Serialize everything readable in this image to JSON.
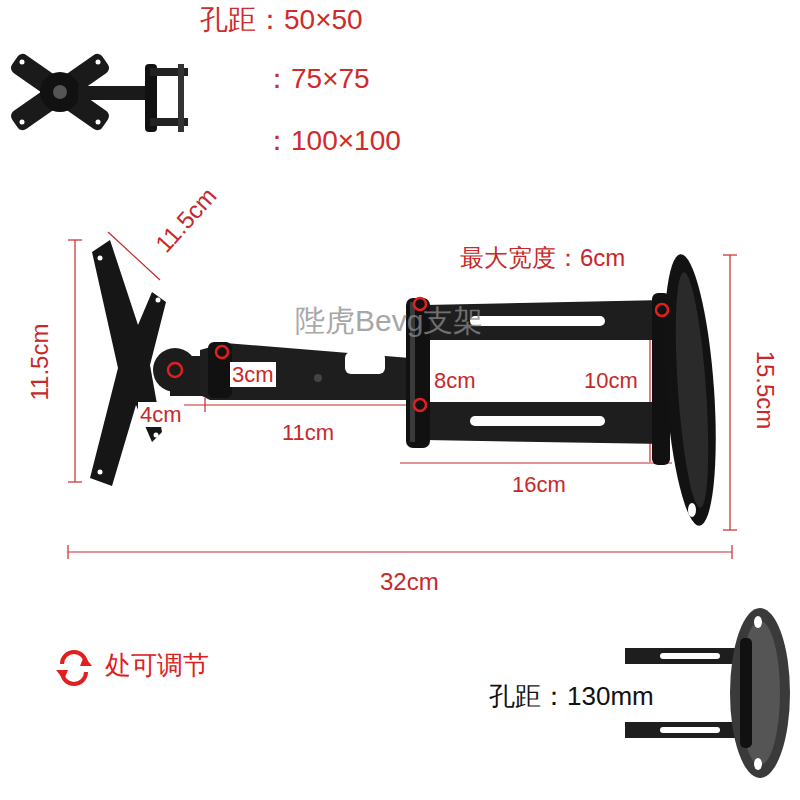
{
  "diagram": {
    "labels": [
      "孔距：50×50",
      "：75×75",
      "：100×100",
      "11.5cm",
      "最大宽度：6cm",
      "陛虎Bevg支架",
      "11.5cm",
      "15.5cm",
      "3cm",
      "8cm",
      "10cm",
      "4cm",
      "11cm",
      "16cm",
      "32cm",
      "处可调节",
      "孔距：130mm"
    ]
  }
}
